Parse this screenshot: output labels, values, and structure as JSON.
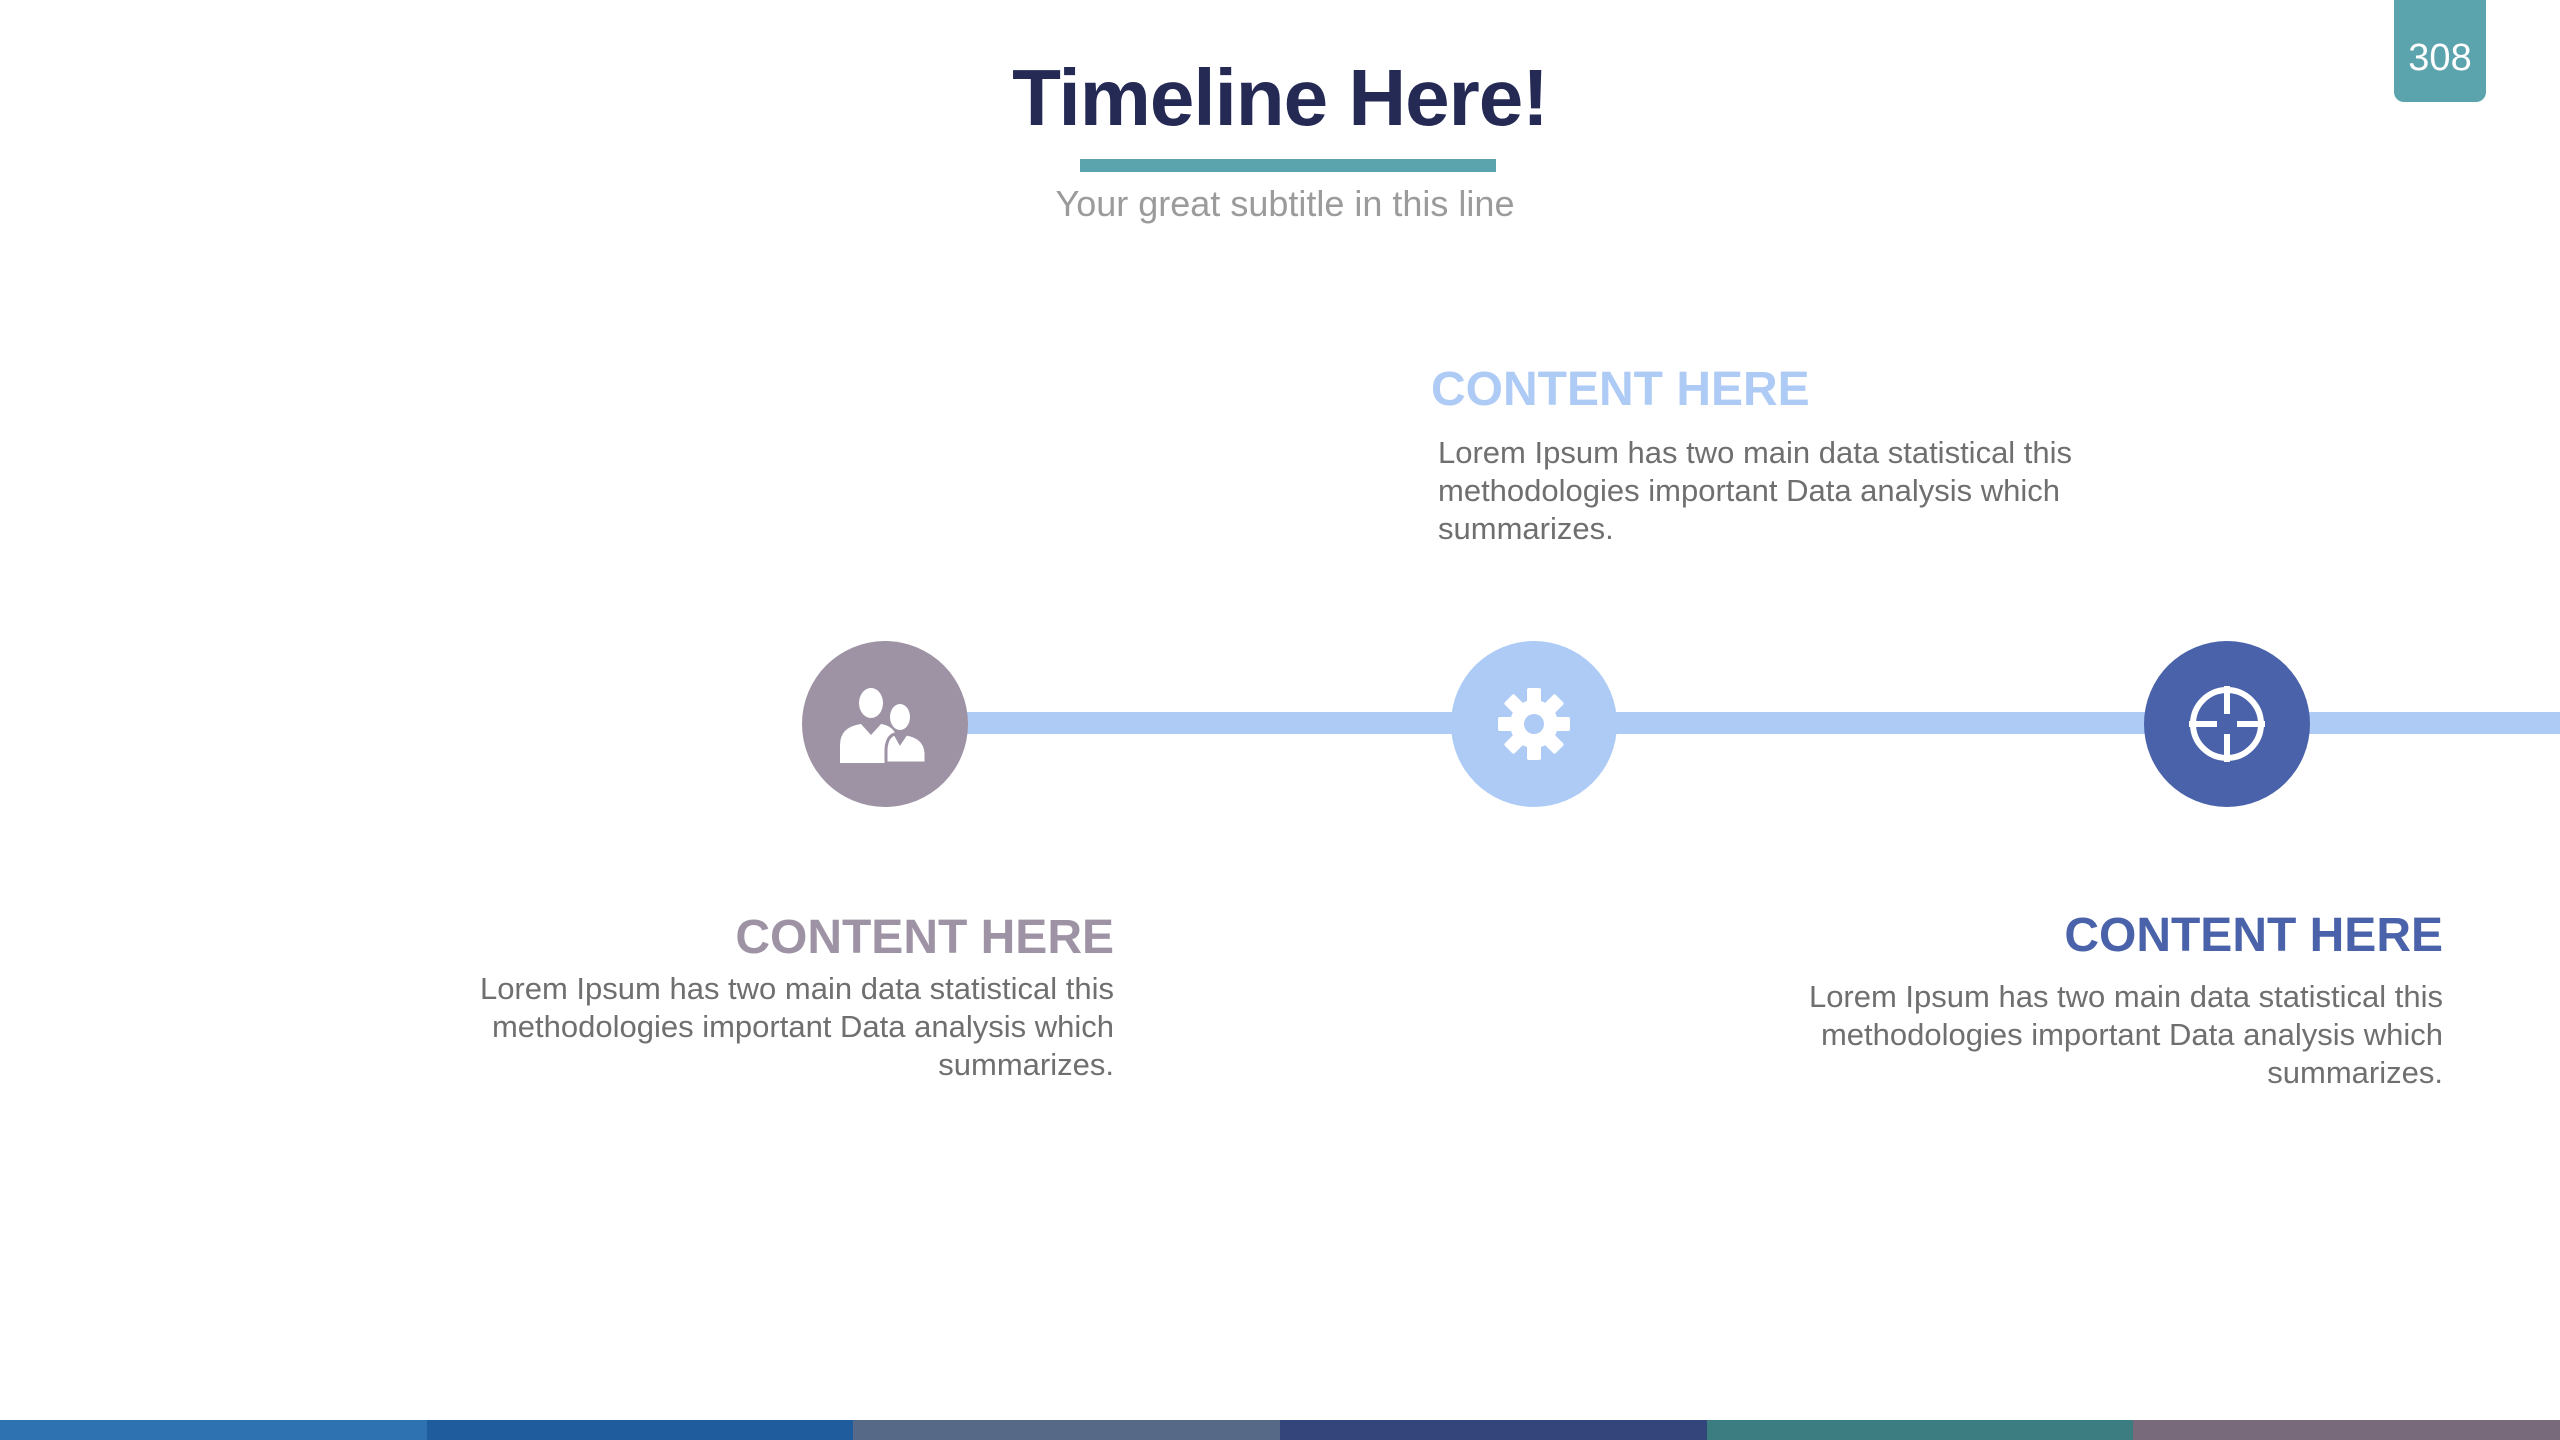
{
  "slide": {
    "page_number": "308",
    "title": "Timeline Here!",
    "subtitle": "Your great subtitle in this line"
  },
  "timeline": {
    "line_color": "#aecbf6",
    "items": [
      {
        "title": "CONTENT HERE",
        "description": "Lorem Ipsum has two main data statistical this methodologies important Data analysis which summarizes.",
        "icon": "users-icon",
        "color": "#9e93a5"
      },
      {
        "title": "CONTENT HERE",
        "description": "Lorem Ipsum has two main data statistical this methodologies important Data analysis which summarizes.",
        "icon": "gear-icon",
        "color": "#aecbf6"
      },
      {
        "title": "CONTENT HERE",
        "description": "Lorem Ipsum has two main data statistical this methodologies important Data analysis which summarizes.",
        "icon": "crosshair-icon",
        "color": "#4a62aa"
      }
    ]
  },
  "colors": {
    "title": "#252a55",
    "accent": "#5ba3ad",
    "body_text": "#6f6f6f",
    "bottom_bar": [
      "#2f72b1",
      "#1e5c9e",
      "#566a87",
      "#34457c",
      "#3b7d80",
      "#786a7a"
    ]
  }
}
